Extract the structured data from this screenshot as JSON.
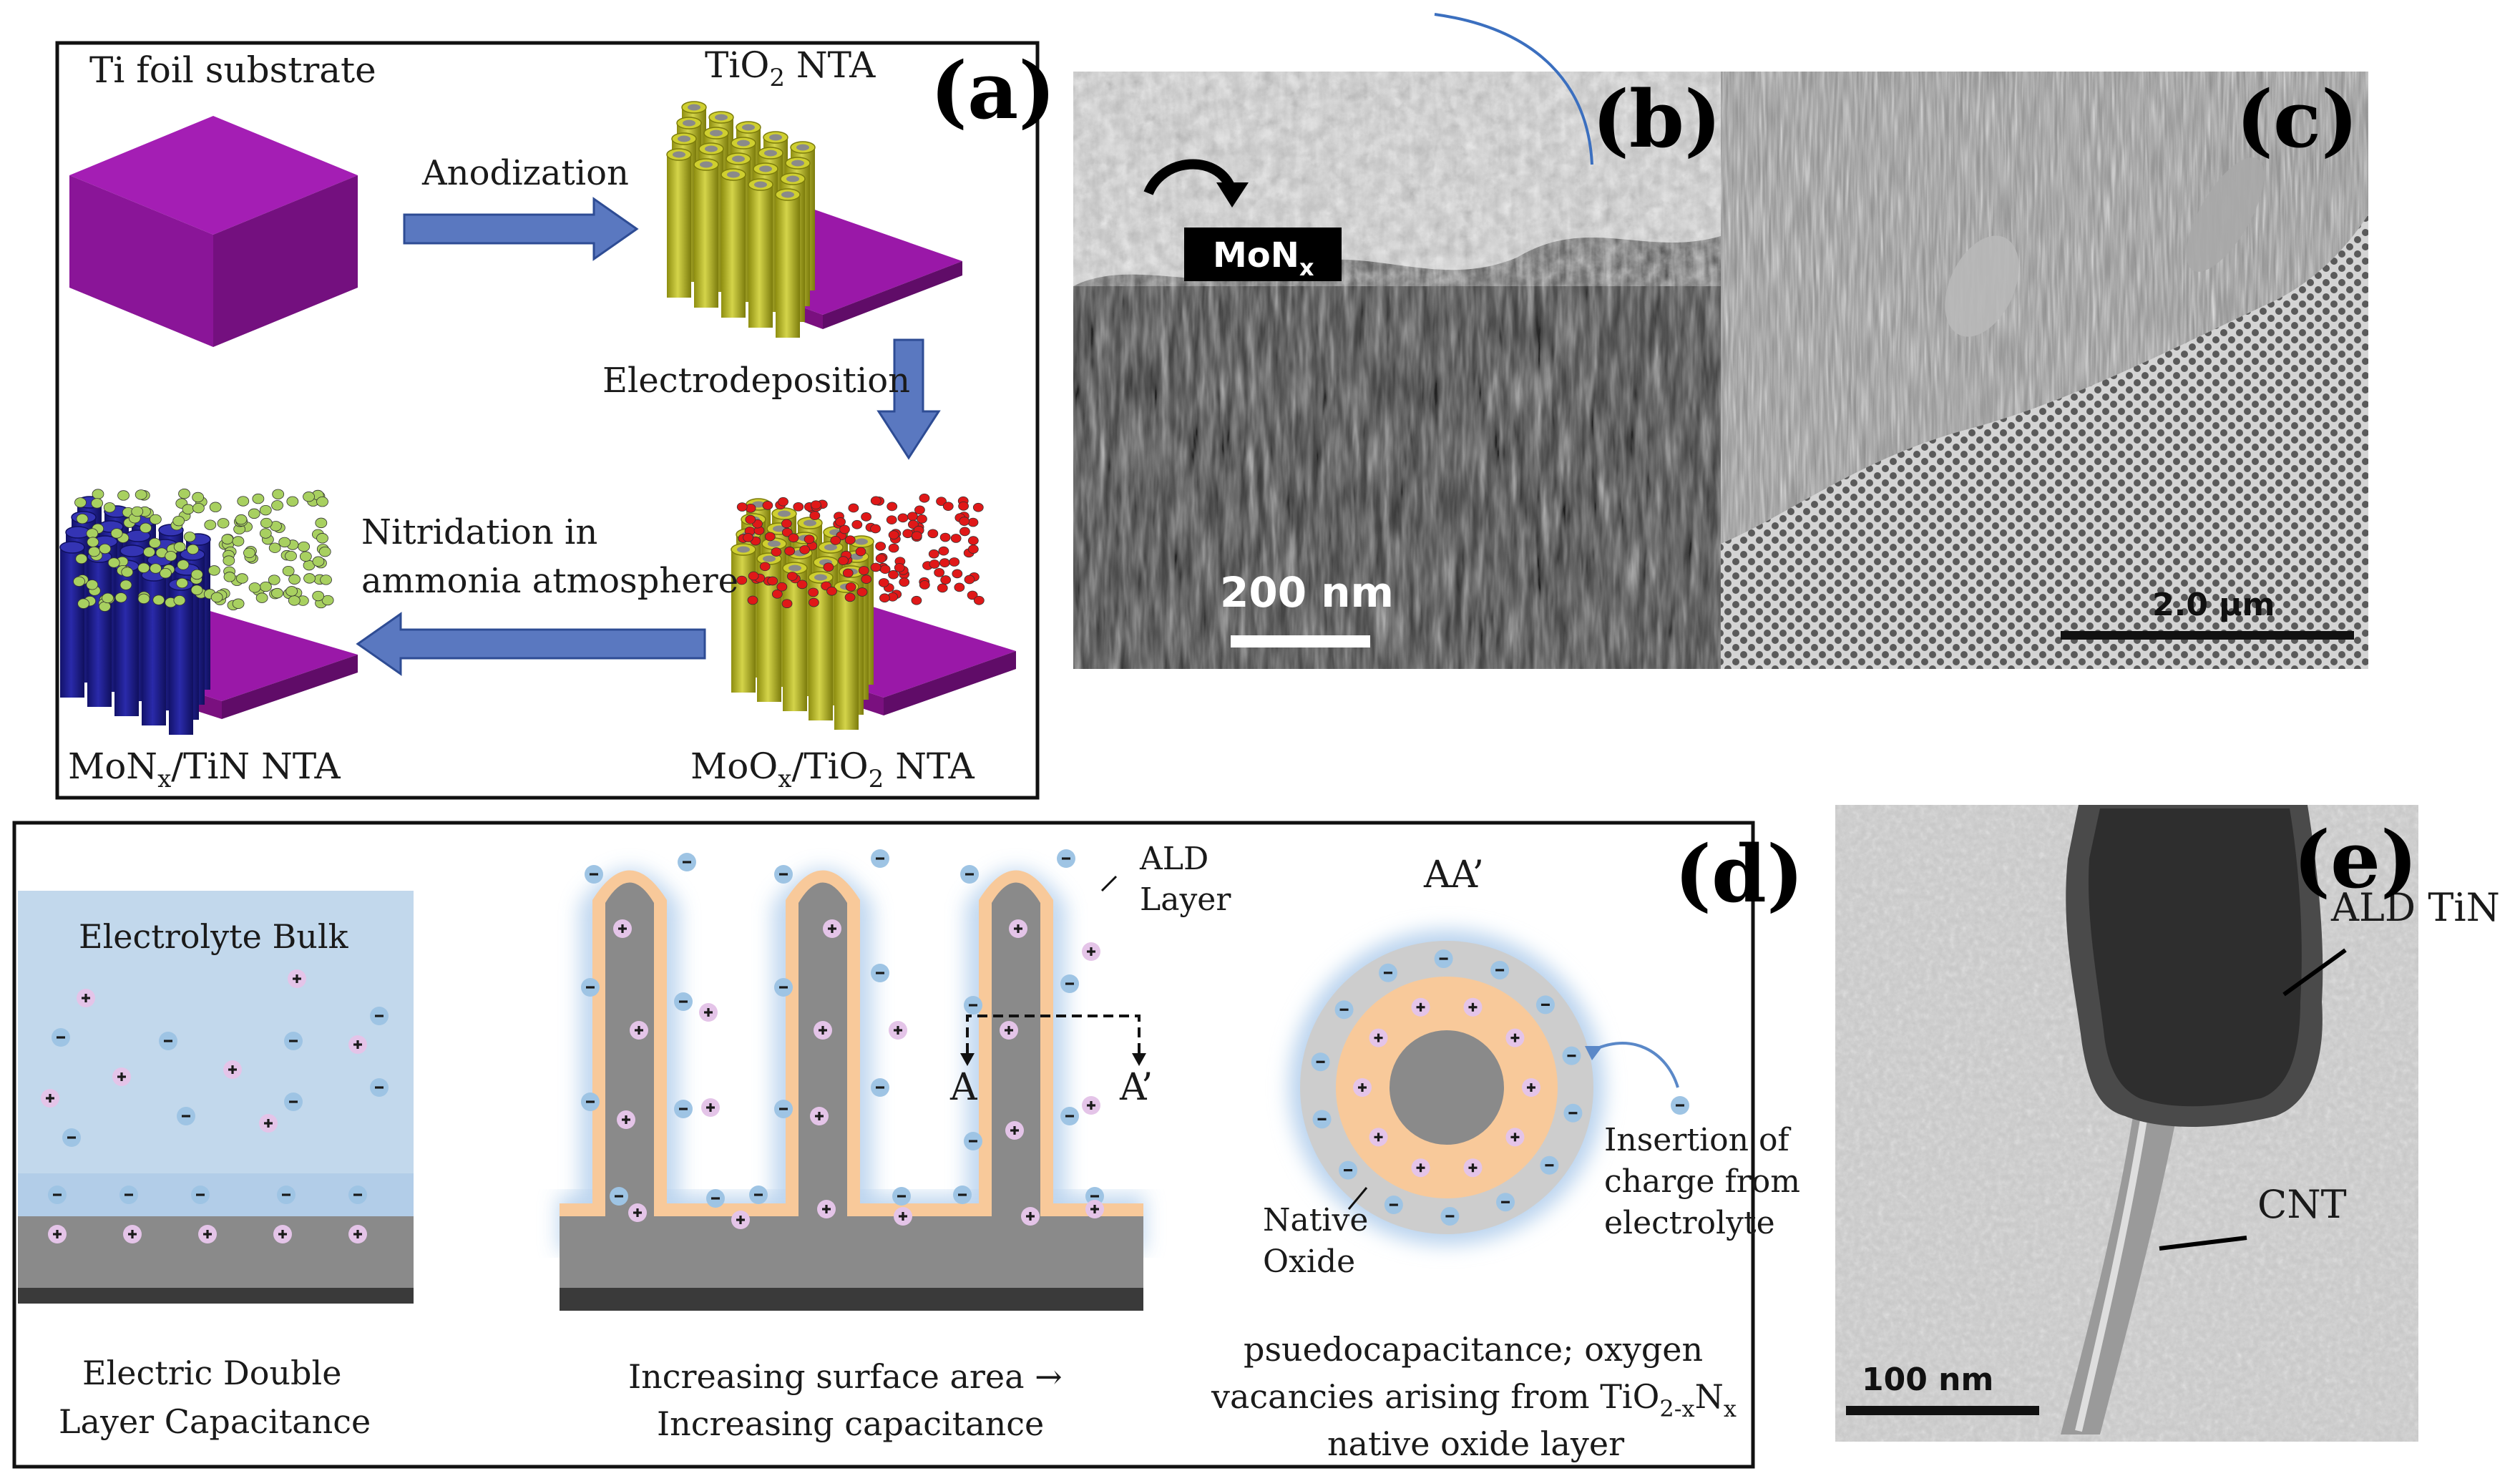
{
  "panel_a": {
    "letter": "(a)",
    "substrate": "Ti foil substrate",
    "tio2_main": "TiO",
    "tio2_sub": "2",
    "tio2_tail": " NTA",
    "anodization": "Anodization",
    "electrodeposition": "Electrodeposition",
    "nitridation_1": "Nitridation in",
    "nitridation_2": "ammonia atmosphere",
    "monx_main": "MoN",
    "monx_sub": "x",
    "monx_tail": "/TiN NTA",
    "moox_main": "MoO",
    "moox_sub": "x",
    "moox_mid": "/TiO",
    "moox_sub2": "2",
    "moox_tail": " NTA"
  },
  "panel_b": {
    "letter": "(b)",
    "tag_main": "MoN",
    "tag_sub": "x",
    "scale": "200 nm"
  },
  "panel_c": {
    "letter": "(c)",
    "scale": "2.0 μm"
  },
  "panel_d": {
    "letter": "(d)",
    "electrolyte_bulk": "Electrolyte Bulk",
    "edl_1": "Electric Double",
    "edl_2": "Layer Capacitance",
    "ald_1": "ALD",
    "ald_2": "Layer",
    "a_label": "A",
    "a_prime_label": "A’",
    "surface_1": "Increasing surface area →",
    "surface_2": "Increasing capacitance",
    "aa_label": "AA’",
    "native_1": "Native",
    "native_2": "Oxide",
    "insertion_1": "Insertion of",
    "insertion_2": "charge from",
    "insertion_3": "electrolyte",
    "pseudo_1": "psuedocapacitance; oxygen",
    "pseudo_2a": "vacancies arising from TiO",
    "pseudo_2sub1": "2-x",
    "pseudo_2b": "N",
    "pseudo_2sub2": "x",
    "pseudo_3": "native oxide layer"
  },
  "panel_e": {
    "letter": "(e)",
    "ald_tin": "ALD TiN",
    "cnt": "CNT",
    "scale": "100 nm"
  },
  "colors": {
    "substrate_purple": "#9a1aa8",
    "tube_yellow": "#b8b81c",
    "tube_blue": "#1c1c8c",
    "arrow_blue": "#5a78c0",
    "electrolyte": "#c2d8ec",
    "ald_orange": "#f8c99a",
    "substrate_gray": "#8a8a8a"
  }
}
